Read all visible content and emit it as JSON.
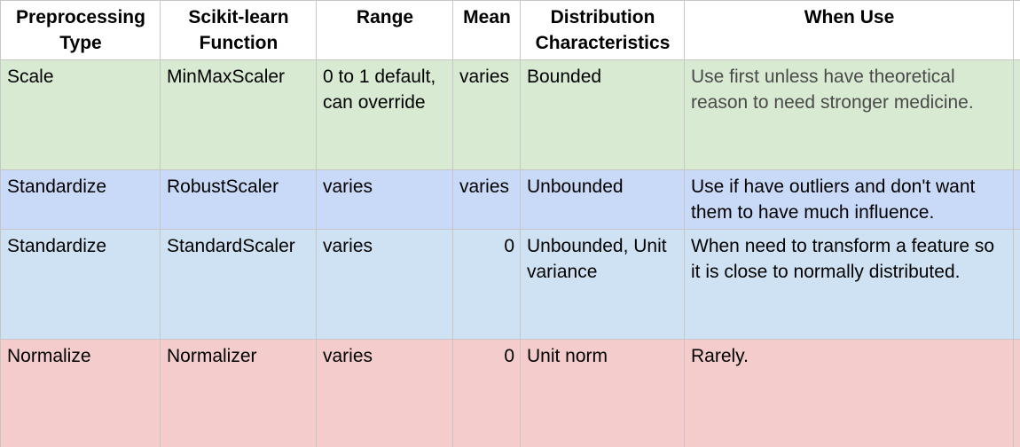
{
  "headers": {
    "type": "Preprocessing Type",
    "function": "Scikit-learn Function",
    "range": "Range",
    "mean": "Mean",
    "distribution": "Distribution Characteristics",
    "when_use": "When Use"
  },
  "rows": [
    {
      "type": "Scale",
      "function": "MinMaxScaler",
      "range": "0 to 1 default, can override",
      "mean": "varies",
      "distribution": "Bounded",
      "when_use": "Use first unless have theoretical reason to need stronger medicine."
    },
    {
      "type": "Standardize",
      "function": "RobustScaler",
      "range": "varies",
      "mean": "varies",
      "distribution": "Unbounded",
      "when_use": "Use if have outliers and don't want them to have much influence."
    },
    {
      "type": "Standardize",
      "function": "StandardScaler",
      "range": "varies",
      "mean": "0",
      "distribution": "Unbounded, Unit variance",
      "when_use": "When need to transform a feature so it is close to normally distributed."
    },
    {
      "type": "Normalize",
      "function": "Normalizer",
      "range": "varies",
      "mean": "0",
      "distribution": "Unit norm",
      "when_use": "Rarely."
    }
  ],
  "colors": {
    "scale_row": "#d9ead3",
    "robust_row": "#c9daf8",
    "standard_row": "#cfe2f3",
    "normalize_row": "#f4cccc",
    "gridline": "#c6c6c6"
  }
}
